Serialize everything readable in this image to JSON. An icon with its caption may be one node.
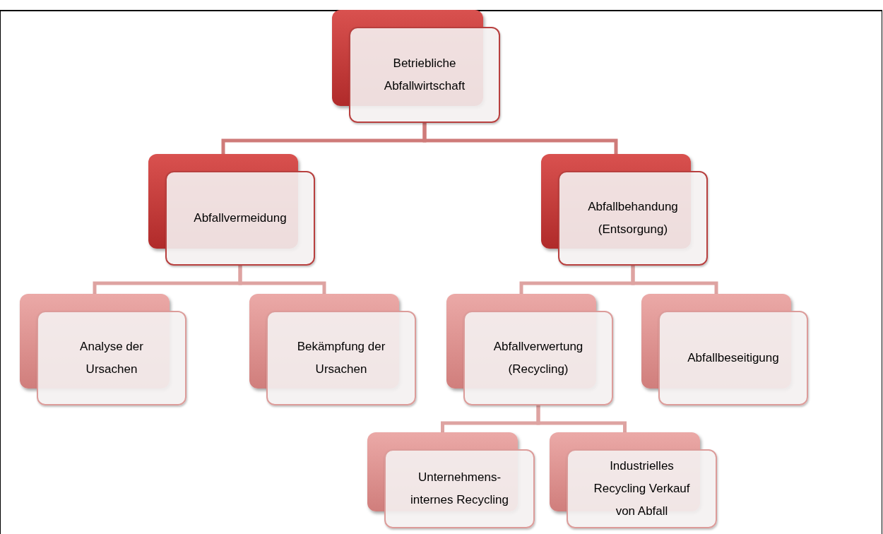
{
  "diagram": {
    "nodes": [
      {
        "text": [
          "Betriebliche Abfallwirtschaft"
        ]
      },
      {
        "text": [
          "Abfallvermeidung"
        ]
      },
      {
        "text": [
          "Abfallbehandung (Entsorgung)"
        ]
      },
      {
        "text": [
          "Analyse der Ursachen"
        ]
      },
      {
        "text": [
          "Bekämpfung der Ursachen"
        ]
      },
      {
        "text": [
          "Abfallverwertung (Recycling)"
        ]
      },
      {
        "text": [
          "Abfallbeseitigung"
        ]
      },
      {
        "text": [
          "Unternehmens- internes Recycling"
        ]
      },
      {
        "text": [
          "Industrielles Recycling Verkauf von Abfall"
        ]
      }
    ],
    "edges": [
      {
        "from": 0,
        "to": 1,
        "arrow": "none"
      },
      {
        "from": 0,
        "to": 2,
        "arrow": "none"
      },
      {
        "from": 1,
        "to": 3,
        "arrow": "none"
      },
      {
        "from": 1,
        "to": 4,
        "arrow": "none"
      },
      {
        "from": 2,
        "to": 5,
        "arrow": "none"
      },
      {
        "from": 2,
        "to": 6,
        "arrow": "none"
      },
      {
        "from": 5,
        "to": 7,
        "arrow": "none"
      },
      {
        "from": 5,
        "to": 8,
        "arrow": "none"
      }
    ]
  }
}
